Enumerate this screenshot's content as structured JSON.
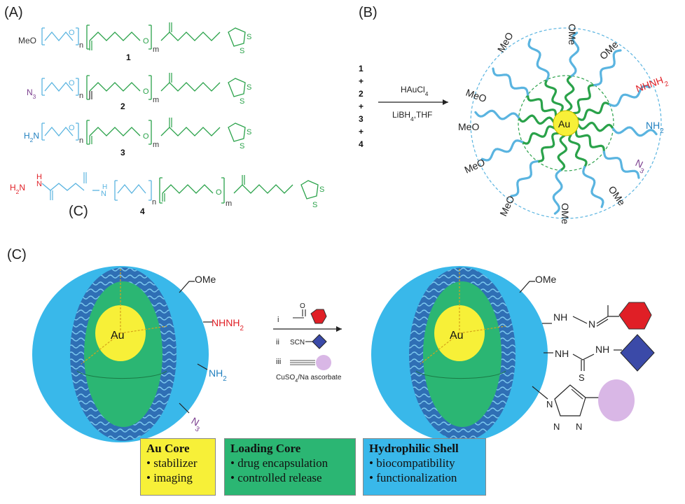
{
  "panels": {
    "A": "(A)",
    "B": "(B)",
    "C_small": "(C)",
    "C": "(C)"
  },
  "compounds": {
    "c1": {
      "head": "MeO",
      "n": "n",
      "m": "m",
      "o": "O",
      "o2": "O",
      "number": "1",
      "s1": "S",
      "s2": "S"
    },
    "c2": {
      "head": "N3",
      "n": "n",
      "m": "m",
      "o": "O",
      "o2": "O",
      "number": "2",
      "s1": "S",
      "s2": "S"
    },
    "c3": {
      "head": "H2N",
      "n": "n",
      "m": "m",
      "o": "O",
      "o2": "O",
      "number": "3",
      "s1": "S",
      "s2": "S"
    },
    "c4": {
      "nh": "H",
      "n_atom": "N",
      "h2n": "H2N",
      "head_n": "N",
      "n": "n",
      "m": "m",
      "o": "O",
      "number": "4",
      "s1": "S",
      "s2": "S",
      "h_amide": "H"
    }
  },
  "reaction_b": {
    "reactants": [
      "1",
      "+",
      "2",
      "+",
      "3",
      "+",
      "4"
    ],
    "reagent_top": "HAuCl4",
    "reagent_bottom": "LiBH4,THF"
  },
  "particle_b": {
    "core": "Au",
    "labels": [
      "OMe",
      "OMe",
      "NHNH2",
      "NH2",
      "N3",
      "OMe",
      "OMe",
      "MeO",
      "MeO",
      "MeO",
      "MeO",
      "MeO"
    ]
  },
  "particle_c": {
    "core": "Au",
    "left_labels": [
      "OMe",
      "NHNH2",
      "NH2",
      "N3"
    ],
    "right_core": "Au",
    "right_labels": {
      "ome": "OMe",
      "hydrazone_nh": "NH",
      "hydrazone_n": "N",
      "thiourea_nh1": "NH",
      "thiourea_nh2": "NH",
      "thiourea_s": "S",
      "triazole_n1": "N",
      "triazole_n2": "N",
      "triazole_n3": "N"
    }
  },
  "reaction_c": {
    "step_i": "i",
    "step_ii": "ii",
    "step_iii": "iii",
    "scn": "SCN",
    "o": "O",
    "conditions": "CuSO4/Na ascorbate"
  },
  "legend": {
    "au": {
      "title": "Au  Core",
      "items": [
        "stabilizer",
        "imaging"
      ],
      "color": "#f7f038"
    },
    "loading": {
      "title": "Loading Core",
      "items": [
        "drug encapsulation",
        "controlled  release"
      ],
      "color": "#2bb673"
    },
    "shell": {
      "title": "Hydrophilic Shell",
      "items": [
        "biocompatibility",
        "functionalization"
      ],
      "color": "#39b8ea"
    }
  },
  "colors": {
    "peg": "#5ab4e0",
    "pcl": "#2aa24a",
    "red": "#e01f26",
    "blue": "#1f7fbf",
    "purple": "#7b3f8f",
    "shell": "#39b8ea",
    "core": "#f7f038"
  }
}
